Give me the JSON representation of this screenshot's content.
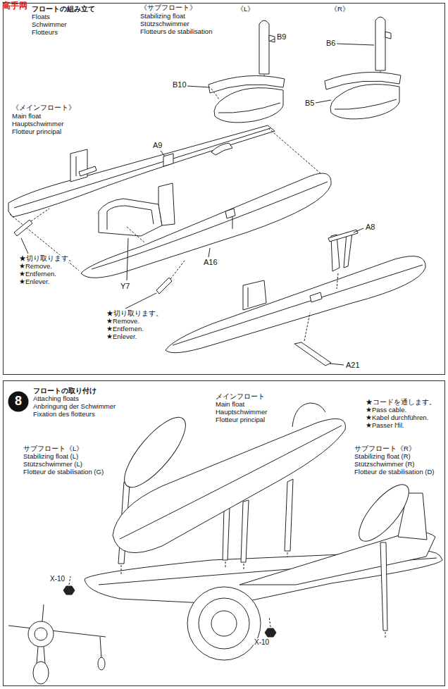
{
  "diagram": {
    "nodes": [
      {
        "text": [
          "フロートの組み立て",
          "Floats",
          "Schwimmer",
          "Flotteurs"
        ]
      },
      {
        "text": [
          "フロートの取り付け",
          "Attaching floats",
          "Anbringung der Schwimmer",
          "Fixation des flotteurs"
        ]
      },
      {
        "text": [
          "8"
        ],
        "in": 1
      }
    ],
    "labels": [
      "高手网",
      "《サブフロート》",
      "Stabilizing float",
      "Stützschwimmer",
      "Flotteurs de stabilisation",
      "《L》",
      "《R》",
      "B9",
      "B10",
      "B6",
      "B5",
      "《メインフロート》",
      "Main float",
      "Hauptschwimmer",
      "Flotteur principal",
      "A9",
      "Y7",
      "A16",
      "A8",
      "A21",
      "★切り取ります。",
      "★Remove.",
      "★Entfernen.",
      "★Enlever.",
      "★切り取ります。",
      "★Remove.",
      "★Entfernen.",
      "★Enlever.",
      "メインフロート",
      "Main float",
      "Hauptschwimmer",
      "Flotteur principal",
      "★コードを通します。",
      "★Pass cable.",
      "★Kabel durchführen.",
      "★Passer l'fil.",
      "サブフロート《L》",
      "Stabilizing float (L)",
      "Stützschwimmer (L)",
      "Flotteur de stabilisation (G)",
      "サブフロート《R》",
      "Stabilizing float (R)",
      "Stützschwimmer (R)",
      "Flotteur de stabilisation (D)",
      "X-10",
      "X-10"
    ]
  }
}
